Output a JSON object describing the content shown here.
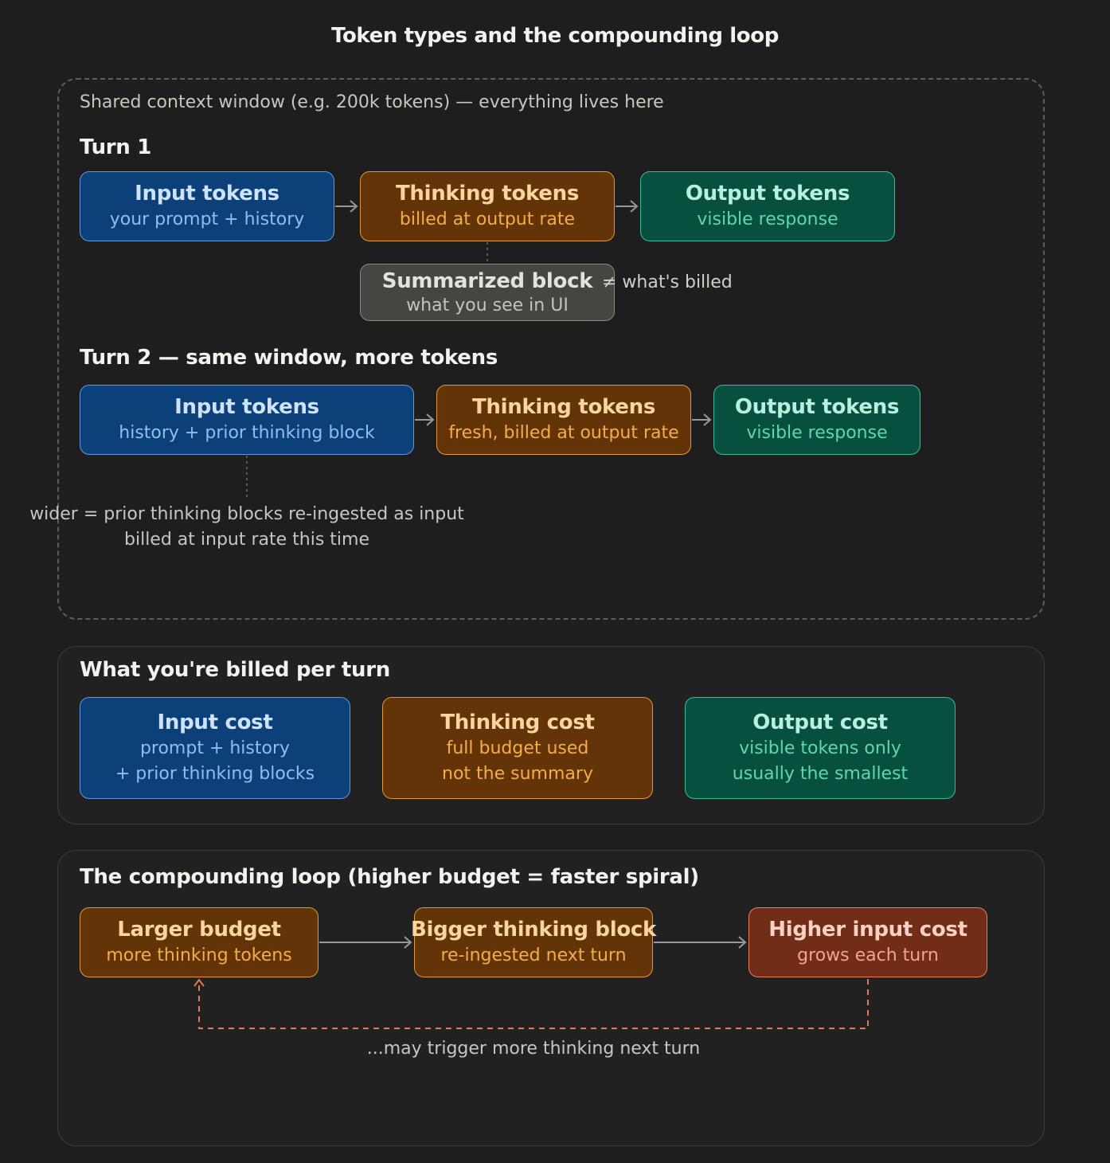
{
  "title": "Token types and the compounding loop",
  "context_window": {
    "caption": "Shared context window (e.g. 200k tokens) — everything lives here",
    "turn1": {
      "heading": "Turn 1",
      "input": {
        "title": "Input tokens",
        "sub": "your prompt + history"
      },
      "thinking": {
        "title": "Thinking tokens",
        "sub": "billed at output rate"
      },
      "output": {
        "title": "Output tokens",
        "sub": "visible response"
      },
      "summary": {
        "title": "Summarized block",
        "sub": "what you see in UI"
      },
      "not_billed_note": "≠ what's billed"
    },
    "turn2": {
      "heading": "Turn 2 — same window, more tokens",
      "input": {
        "title": "Input tokens",
        "sub": "history + prior thinking block"
      },
      "thinking": {
        "title": "Thinking tokens",
        "sub": "fresh, billed at output rate"
      },
      "output": {
        "title": "Output tokens",
        "sub": "visible response"
      },
      "note_line1": "wider = prior thinking blocks re-ingested as input",
      "note_line2": "billed at input rate this time"
    }
  },
  "billing": {
    "heading": "What you're billed per turn",
    "input": {
      "title": "Input cost",
      "line1": "prompt + history",
      "line2": "+ prior thinking blocks"
    },
    "thinking": {
      "title": "Thinking cost",
      "line1": "full budget used",
      "line2": "not the summary"
    },
    "output": {
      "title": "Output cost",
      "line1": "visible tokens only",
      "line2": "usually the smallest"
    }
  },
  "loop": {
    "heading": "The compounding loop (higher budget = faster spiral)",
    "budget": {
      "title": "Larger budget",
      "sub": "more thinking tokens"
    },
    "block": {
      "title": "Bigger thinking block",
      "sub": "re-ingested next turn"
    },
    "cost": {
      "title": "Higher input cost",
      "sub": "grows each turn"
    },
    "feedback_note": "...may trigger more thinking next turn"
  },
  "colors": {
    "input": "#0b4178",
    "thinking": "#633407",
    "output": "#075040",
    "summary": "#454542",
    "higher_cost": "#712d17",
    "feedback_arrow": "#e07a52",
    "arrow": "#9a9893"
  }
}
